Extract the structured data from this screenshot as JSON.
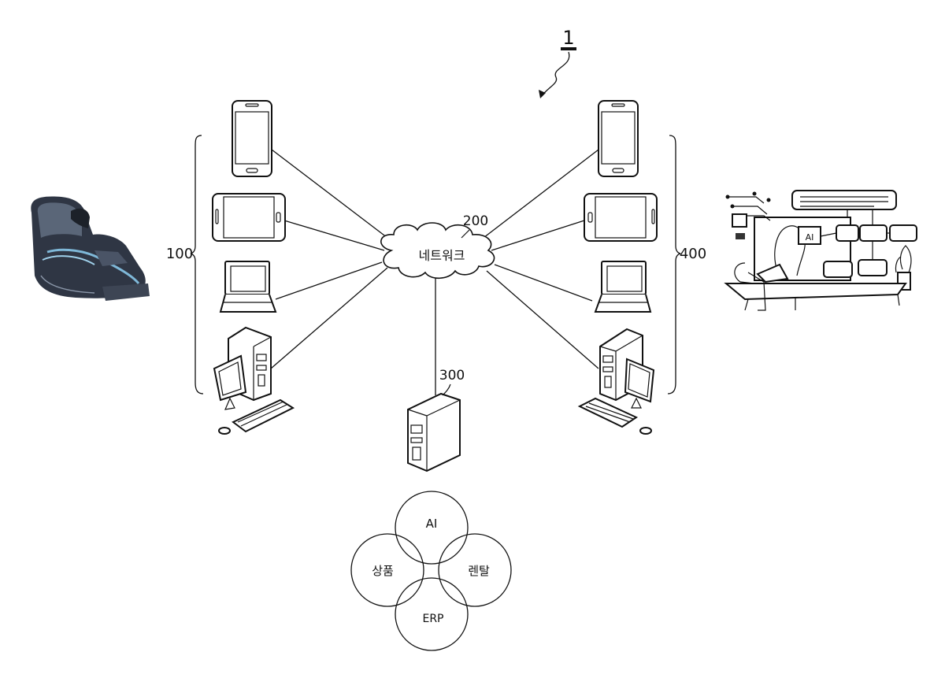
{
  "diagram": {
    "system_ref": "1",
    "network": {
      "ref": "200",
      "label": "네트워크"
    },
    "user_group": {
      "ref": "100"
    },
    "server": {
      "ref": "300"
    },
    "partner_group": {
      "ref": "400"
    },
    "ai_panel_label": "AI",
    "venn": {
      "top": "AI",
      "left": "상품",
      "right": "렌탈",
      "bottom": "ERP"
    }
  }
}
